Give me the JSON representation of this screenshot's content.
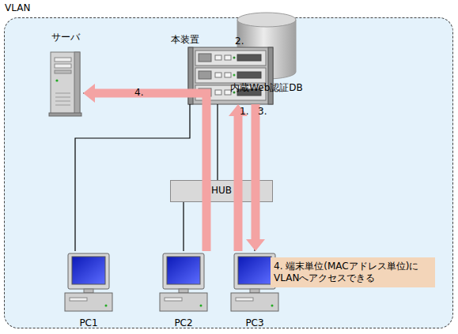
{
  "diagram": {
    "nodes": [
      {
        "text": [
          "VLAN"
        ]
      },
      {
        "text": [
          "サーバ"
        ],
        "in": 0
      },
      {
        "text": [
          "本装置"
        ],
        "in": 0
      },
      {
        "text": [
          "内蔵Web認証DB"
        ],
        "in": 0
      },
      {
        "text": [
          "HUB"
        ],
        "in": 0
      },
      {
        "text": [
          "PC1"
        ],
        "in": 0
      },
      {
        "text": [
          "PC2"
        ],
        "in": 0
      },
      {
        "text": [
          "PC3"
        ],
        "in": 0
      },
      {
        "text": [
          "4. 端末単位(MACアドレス単位)に VLANへアクセスできる"
        ],
        "in": 0
      }
    ],
    "edges": [
      {
        "from": 1,
        "to": 2,
        "arrow": "none"
      },
      {
        "from": 2,
        "to": 4,
        "arrow": "none"
      },
      {
        "from": 2,
        "to": 5,
        "arrow": "none"
      },
      {
        "from": 4,
        "to": 6,
        "arrow": "none"
      },
      {
        "from": 4,
        "to": 7,
        "arrow": "none"
      },
      {
        "from": 7,
        "to": 2,
        "label": "1.",
        "arrow": "to"
      },
      {
        "from": 2,
        "to": 7,
        "label": "3.",
        "arrow": "to"
      },
      {
        "from": 6,
        "to": 1,
        "label": "4.",
        "arrow": "to"
      }
    ],
    "labels": [
      "2."
    ]
  }
}
